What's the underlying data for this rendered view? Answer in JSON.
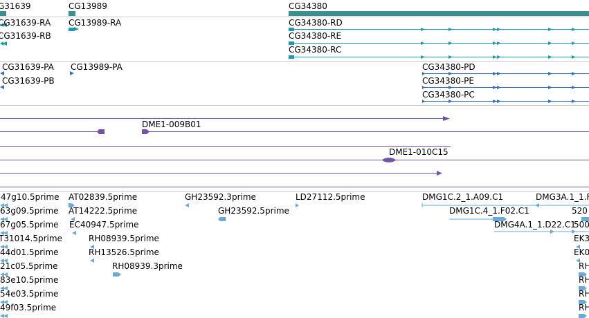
{
  "colors": {
    "gene": "#3a8f8f",
    "transcript": "#1e9ab0",
    "protein": "#2f6fc4",
    "clone": "#7453a6",
    "est": "#6aaad6",
    "separator": "#c8c8c8"
  },
  "genes": [
    {
      "label": "G31639"
    },
    {
      "label": "CG13989"
    },
    {
      "label": "CG34380"
    }
  ],
  "transcripts": [
    {
      "label": "CG31639-RA"
    },
    {
      "label": "CG31639-RB"
    },
    {
      "label": "CG13989-RA"
    },
    {
      "label": "CG34380-RD"
    },
    {
      "label": "CG34380-RE"
    },
    {
      "label": "CG34380-RC"
    }
  ],
  "proteins": [
    {
      "label": "CG31639-PA"
    },
    {
      "label": "CG31639-PB"
    },
    {
      "label": "CG13989-PA"
    },
    {
      "label": "CG34380-PD"
    },
    {
      "label": "CG34380-PE"
    },
    {
      "label": "CG34380-PC"
    }
  ],
  "clones": [
    {
      "label": "DME1-009B01"
    },
    {
      "label": "DME1-010C15"
    }
  ],
  "ests": [
    {
      "label": "47g10.5prime"
    },
    {
      "label": "63g09.5prime"
    },
    {
      "label": "67g05.5prime"
    },
    {
      "label": "T31014.5prime"
    },
    {
      "label": "44d01.5prime"
    },
    {
      "label": "21c05.5prime"
    },
    {
      "label": "83e10.5prime"
    },
    {
      "label": "54e03.5prime"
    },
    {
      "label": "49f03.5prime"
    },
    {
      "label": "AT02839.5prime"
    },
    {
      "label": "AT14222.5prime"
    },
    {
      "label": "EC40947.5prime"
    },
    {
      "label": "RH08939.5prime"
    },
    {
      "label": "RH13526.5prime"
    },
    {
      "label": "RH08939.3prime"
    },
    {
      "label": "GH23592.3prime"
    },
    {
      "label": "GH23592.5prime"
    },
    {
      "label": "LD27112.5prime"
    },
    {
      "label": "DMG1C.2_1.A09.C1"
    },
    {
      "label": "DMG1C.4_1.F02.C1"
    },
    {
      "label": "DMG4A.1_1.D22.C1"
    },
    {
      "label": "DMG3A.1_1.F"
    },
    {
      "label": "520"
    },
    {
      "label": "500"
    },
    {
      "label": "EK3"
    },
    {
      "label": "EK0"
    },
    {
      "label": "RH"
    },
    {
      "label": "RH"
    },
    {
      "label": "RH"
    },
    {
      "label": "RH"
    }
  ]
}
